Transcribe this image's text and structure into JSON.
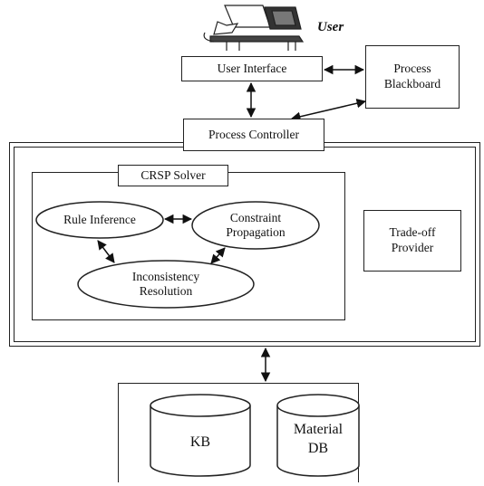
{
  "user": {
    "label": "User",
    "icon": "user-workstation-icon"
  },
  "user_interface": "User Interface",
  "process_blackboard": "Process\nBlackboard",
  "process_controller": "Process Controller",
  "crsp_solver": "CRSP Solver",
  "rule_inference": "Rule Inference",
  "constraint_propagation": "Constraint\nPropagation",
  "inconsistency_resolution": "Inconsistency\nResolution",
  "tradeoff_provider": "Trade-off\nProvider",
  "kb": "KB",
  "material_db": "Material\nDB"
}
